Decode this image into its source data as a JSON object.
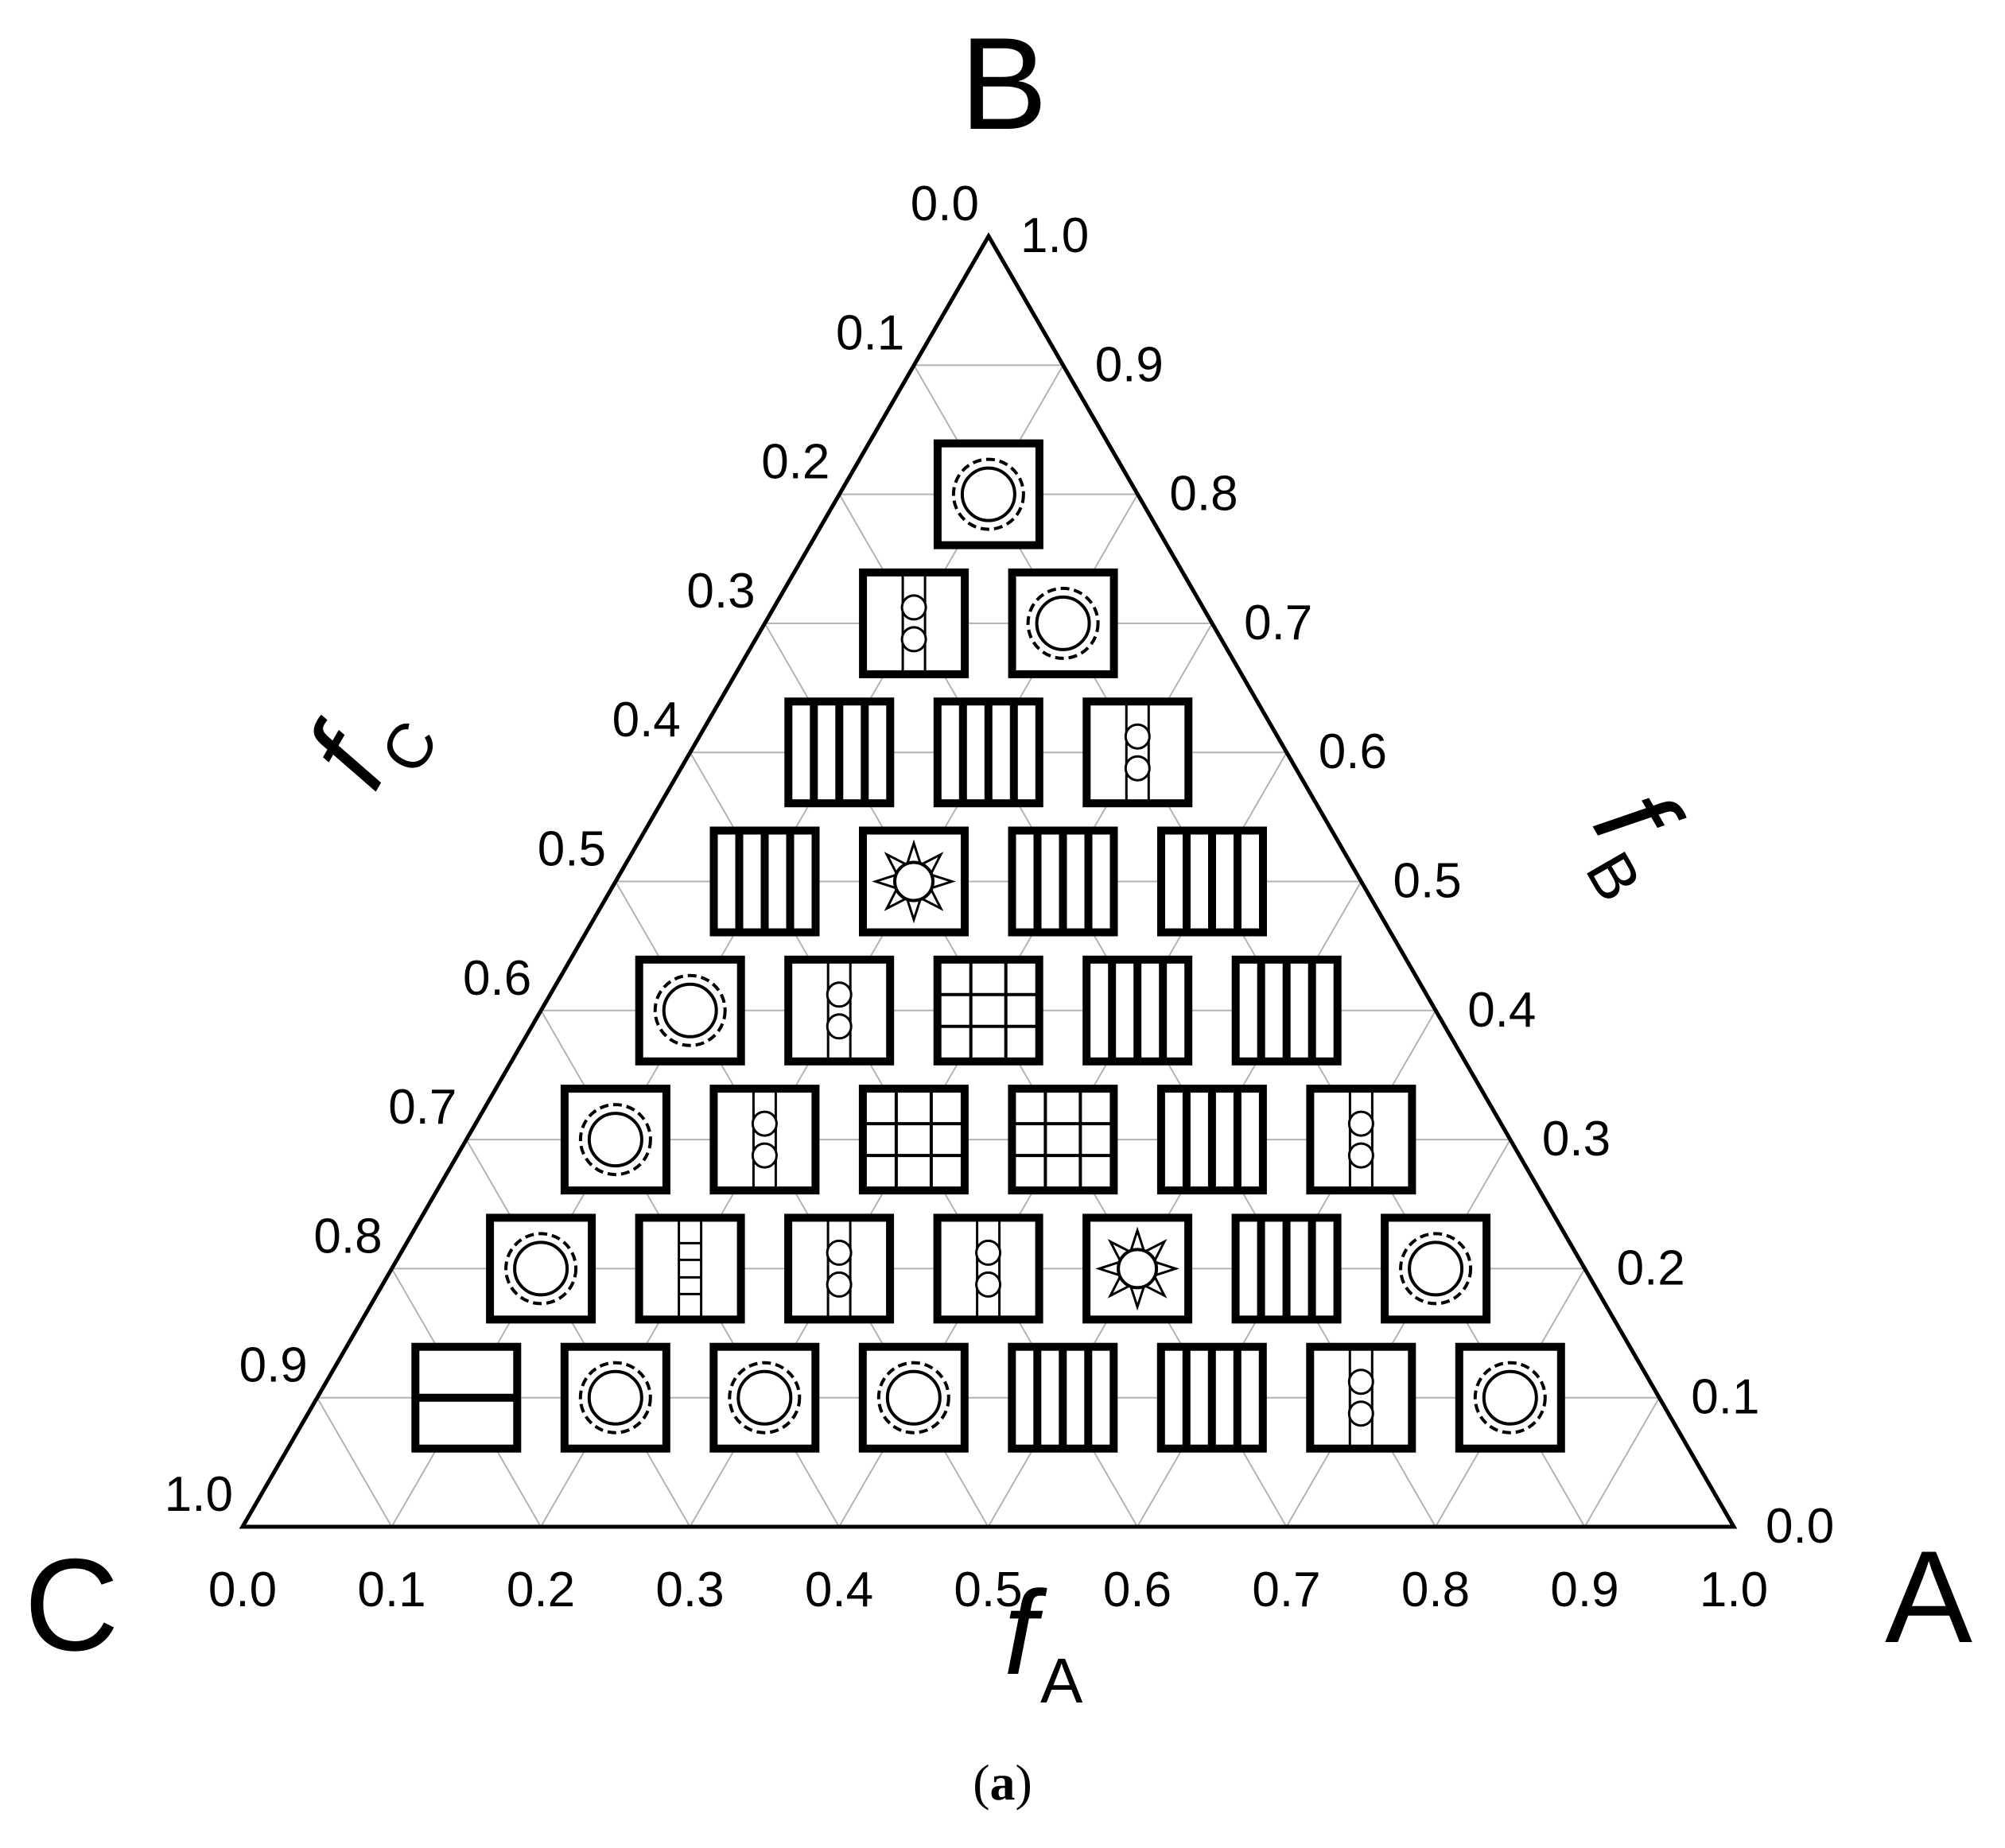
{
  "chart_data": {
    "type": "ternary",
    "corners": {
      "a": "A",
      "b": "B",
      "c": "C"
    },
    "axes": {
      "a": {
        "symbol": "f",
        "subscript": "A",
        "ticks": [
          "0.0",
          "0.1",
          "0.2",
          "0.3",
          "0.4",
          "0.5",
          "0.6",
          "0.7",
          "0.8",
          "0.9",
          "1.0"
        ]
      },
      "b": {
        "symbol": "f",
        "subscript": "B",
        "ticks": [
          "0.0",
          "0.1",
          "0.2",
          "0.3",
          "0.4",
          "0.5",
          "0.6",
          "0.7",
          "0.8",
          "0.9",
          "1.0"
        ]
      },
      "c": {
        "symbol": "f",
        "subscript": "C",
        "ticks": [
          "0.0",
          "0.1",
          "0.2",
          "0.3",
          "0.4",
          "0.5",
          "0.6",
          "0.7",
          "0.8",
          "0.9",
          "1.0"
        ]
      }
    },
    "grid_step": 0.1,
    "grid": true,
    "points": [
      {
        "fA": 0.1,
        "fB": 0.8,
        "phase": "core-shell-cylinder"
      },
      {
        "fA": 0.1,
        "fB": 0.7,
        "phase": "lamellae-with-spheres"
      },
      {
        "fA": 0.2,
        "fB": 0.7,
        "phase": "core-shell-cylinder"
      },
      {
        "fA": 0.1,
        "fB": 0.6,
        "phase": "lamellae"
      },
      {
        "fA": 0.2,
        "fB": 0.6,
        "phase": "lamellae"
      },
      {
        "fA": 0.3,
        "fB": 0.6,
        "phase": "lamellae-with-spheres"
      },
      {
        "fA": 0.1,
        "fB": 0.5,
        "phase": "lamellae"
      },
      {
        "fA": 0.2,
        "fB": 0.5,
        "phase": "star"
      },
      {
        "fA": 0.3,
        "fB": 0.5,
        "phase": "lamellae"
      },
      {
        "fA": 0.4,
        "fB": 0.5,
        "phase": "lamellae"
      },
      {
        "fA": 0.1,
        "fB": 0.4,
        "phase": "core-shell-cylinder"
      },
      {
        "fA": 0.2,
        "fB": 0.4,
        "phase": "lamellae-with-spheres"
      },
      {
        "fA": 0.3,
        "fB": 0.4,
        "phase": "tetragonal"
      },
      {
        "fA": 0.4,
        "fB": 0.4,
        "phase": "lamellae"
      },
      {
        "fA": 0.5,
        "fB": 0.4,
        "phase": "lamellae"
      },
      {
        "fA": 0.1,
        "fB": 0.3,
        "phase": "core-shell-cylinder"
      },
      {
        "fA": 0.2,
        "fB": 0.3,
        "phase": "lamellae-with-spheres"
      },
      {
        "fA": 0.3,
        "fB": 0.3,
        "phase": "tetragonal"
      },
      {
        "fA": 0.4,
        "fB": 0.3,
        "phase": "tetragonal"
      },
      {
        "fA": 0.5,
        "fB": 0.3,
        "phase": "lamellae"
      },
      {
        "fA": 0.6,
        "fB": 0.3,
        "phase": "lamellae-with-spheres"
      },
      {
        "fA": 0.1,
        "fB": 0.2,
        "phase": "core-shell-cylinder"
      },
      {
        "fA": 0.2,
        "fB": 0.2,
        "phase": "lamellae-with-ladder"
      },
      {
        "fA": 0.3,
        "fB": 0.2,
        "phase": "lamellae-with-spheres"
      },
      {
        "fA": 0.4,
        "fB": 0.2,
        "phase": "lamellae-with-spheres"
      },
      {
        "fA": 0.5,
        "fB": 0.2,
        "phase": "star"
      },
      {
        "fA": 0.6,
        "fB": 0.2,
        "phase": "lamellae"
      },
      {
        "fA": 0.7,
        "fB": 0.2,
        "phase": "core-shell-cylinder"
      },
      {
        "fA": 0.1,
        "fB": 0.1,
        "phase": "two-layer"
      },
      {
        "fA": 0.2,
        "fB": 0.1,
        "phase": "core-shell-cylinder"
      },
      {
        "fA": 0.3,
        "fB": 0.1,
        "phase": "core-shell-cylinder"
      },
      {
        "fA": 0.4,
        "fB": 0.1,
        "phase": "core-shell-cylinder"
      },
      {
        "fA": 0.5,
        "fB": 0.1,
        "phase": "lamellae"
      },
      {
        "fA": 0.6,
        "fB": 0.1,
        "phase": "lamellae"
      },
      {
        "fA": 0.7,
        "fB": 0.1,
        "phase": "lamellae-with-spheres"
      },
      {
        "fA": 0.8,
        "fB": 0.1,
        "phase": "core-shell-cylinder"
      }
    ]
  },
  "caption": {
    "label": "a"
  }
}
